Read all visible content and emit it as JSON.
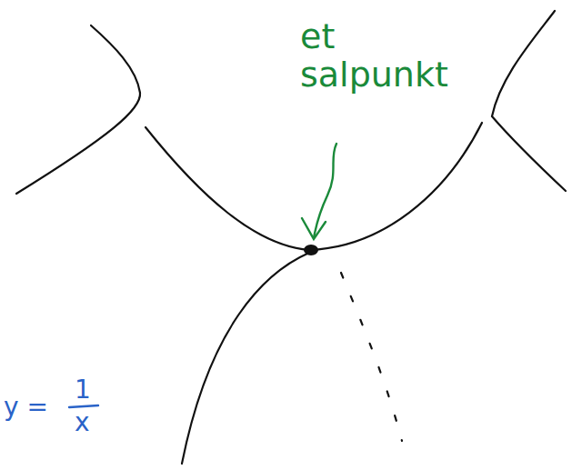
{
  "diagram": {
    "labels": [
      "et salpunkt",
      "y =",
      "1",
      "x"
    ]
  }
}
